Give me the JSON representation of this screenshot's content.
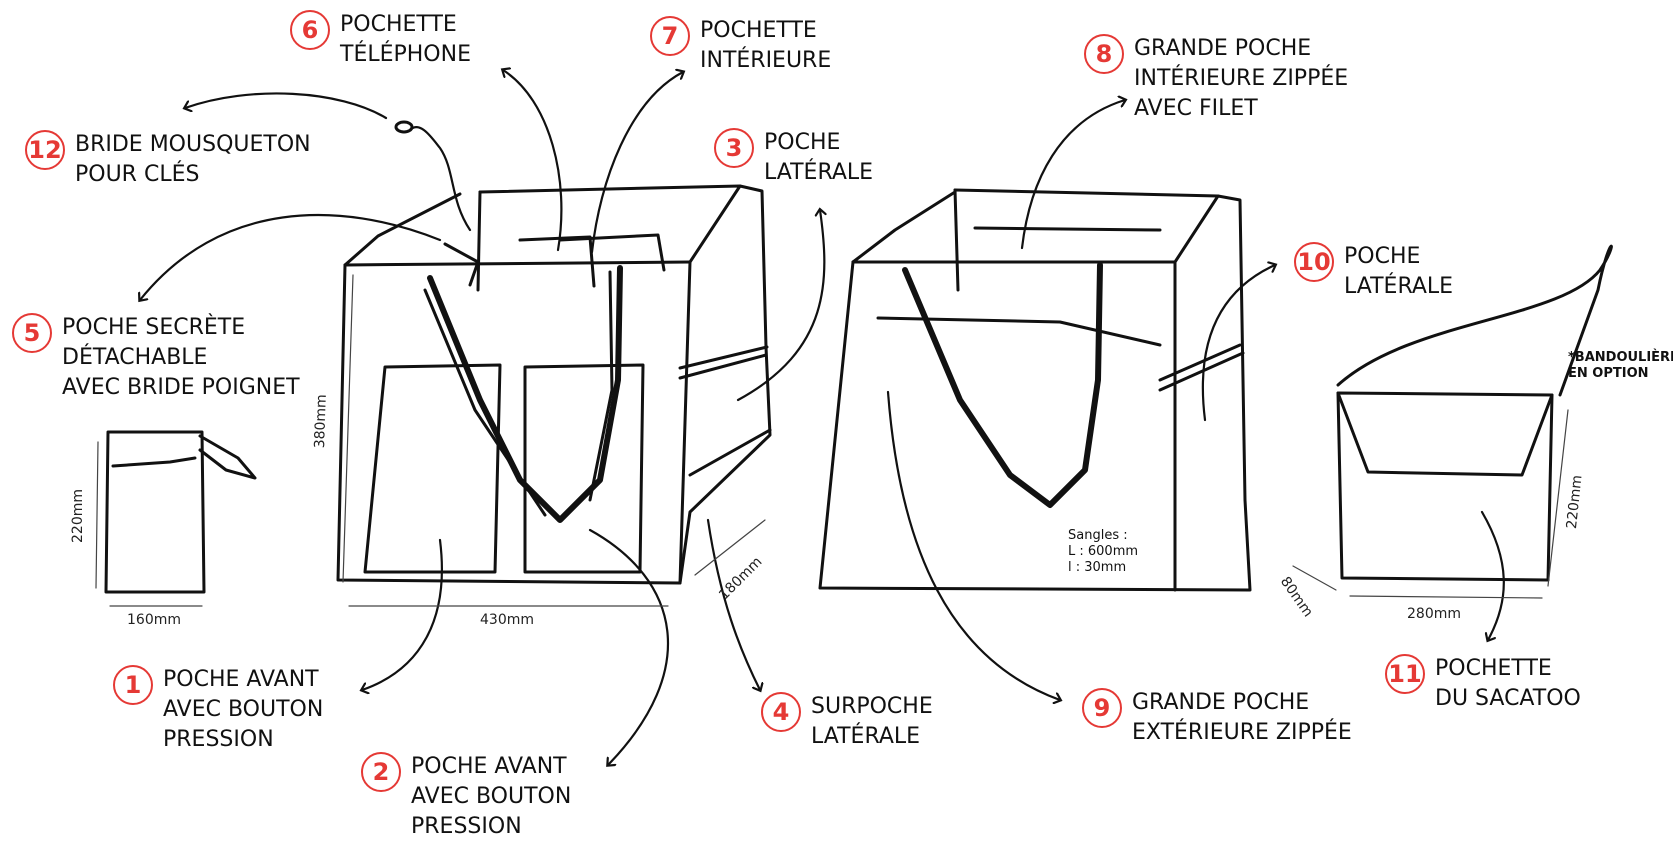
{
  "colors": {
    "accent": "#e53935",
    "ink": "#111111"
  },
  "callouts": [
    {
      "number": "1",
      "lines": [
        "POCHE AVANT",
        "AVEC BOUTON",
        "PRESSION"
      ]
    },
    {
      "number": "2",
      "lines": [
        "POCHE AVANT",
        "AVEC BOUTON",
        "PRESSION"
      ]
    },
    {
      "number": "3",
      "lines": [
        "POCHE",
        "LATÉRALE"
      ]
    },
    {
      "number": "4",
      "lines": [
        "SURPOCHE",
        "LATÉRALE"
      ]
    },
    {
      "number": "5",
      "lines": [
        "POCHE SECRÈTE",
        "DÉTACHABLE",
        "AVEC BRIDE POIGNET"
      ]
    },
    {
      "number": "6",
      "lines": [
        "POCHETTE",
        "TÉLÉPHONE"
      ]
    },
    {
      "number": "7",
      "lines": [
        "POCHETTE",
        "INTÉRIEURE"
      ]
    },
    {
      "number": "8",
      "lines": [
        "GRANDE POCHE",
        "INTÉRIEURE ZIPPÉE",
        "AVEC FILET"
      ]
    },
    {
      "number": "9",
      "lines": [
        "GRANDE POCHE",
        "EXTÉRIEURE ZIPPÉE"
      ]
    },
    {
      "number": "10",
      "lines": [
        "POCHE",
        "LATÉRALE"
      ]
    },
    {
      "number": "11",
      "lines": [
        "POCHETTE",
        "DU SACATOO"
      ]
    },
    {
      "number": "12",
      "lines": [
        "BRIDE MOUSQUETON",
        "POUR CLÉS"
      ]
    }
  ],
  "dimensions": {
    "bag_height": "380mm",
    "bag_width": "430mm",
    "bag_depth": "180mm",
    "secret_height": "220mm",
    "secret_width": "160mm",
    "pouch_height": "220mm",
    "pouch_width": "280mm",
    "pouch_depth": "80mm"
  },
  "straps": {
    "title": "Sangles :",
    "length": "L : 600mm",
    "width": "l : 30mm"
  },
  "shoulder_note": [
    "*BANDOULIÈRE",
    "EN OPTION"
  ]
}
